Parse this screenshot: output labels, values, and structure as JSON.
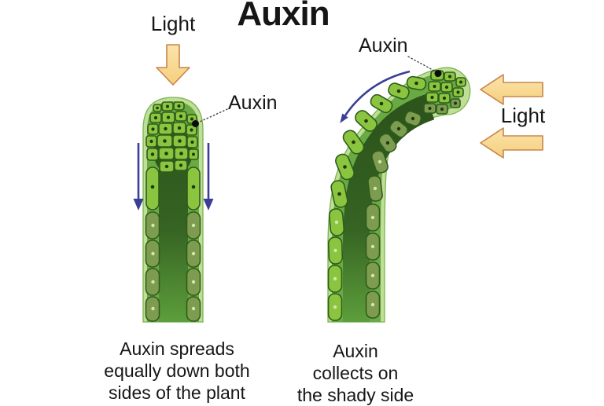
{
  "title": "Auxin",
  "colors": {
    "ink": "#161616",
    "arrow_blue": "#3a3f96",
    "light_fill": "#f8d689",
    "light_stroke": "#c8854d",
    "cell_bright": "#8bc53f",
    "cell_olive": "#7e9c4f",
    "cell_outline": "#2e5c1c",
    "cell_dot_dark": "#1d3a0d",
    "cell_dot_light": "#d2e8aa",
    "stem_rim": "#c0df96",
    "stem_edge": "#7ab350"
  },
  "left_panel": {
    "light_label": "Light",
    "auxin_label": "Auxin",
    "caption_lines": [
      "Auxin spreads",
      "equally down both",
      "sides of the plant"
    ]
  },
  "right_panel": {
    "light_label": "Light",
    "auxin_label": "Auxin",
    "caption_lines": [
      "Auxin",
      "collects on",
      "the shady side"
    ]
  }
}
